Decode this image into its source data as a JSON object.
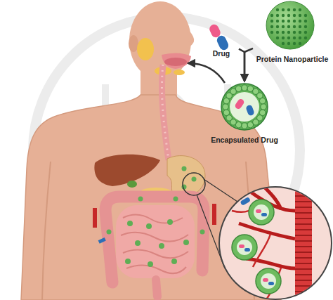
{
  "diagram": {
    "nodes": [
      {
        "text": [
          "Drug"
        ]
      },
      {
        "text": [
          "Protein Nanoparticle"
        ]
      },
      {
        "text": [
          "Encapsulated Drug"
        ]
      }
    ],
    "edges": [
      {
        "from": 0,
        "to": 2,
        "arrow": "to"
      },
      {
        "from": 1,
        "to": 2,
        "arrow": "to"
      }
    ]
  }
}
